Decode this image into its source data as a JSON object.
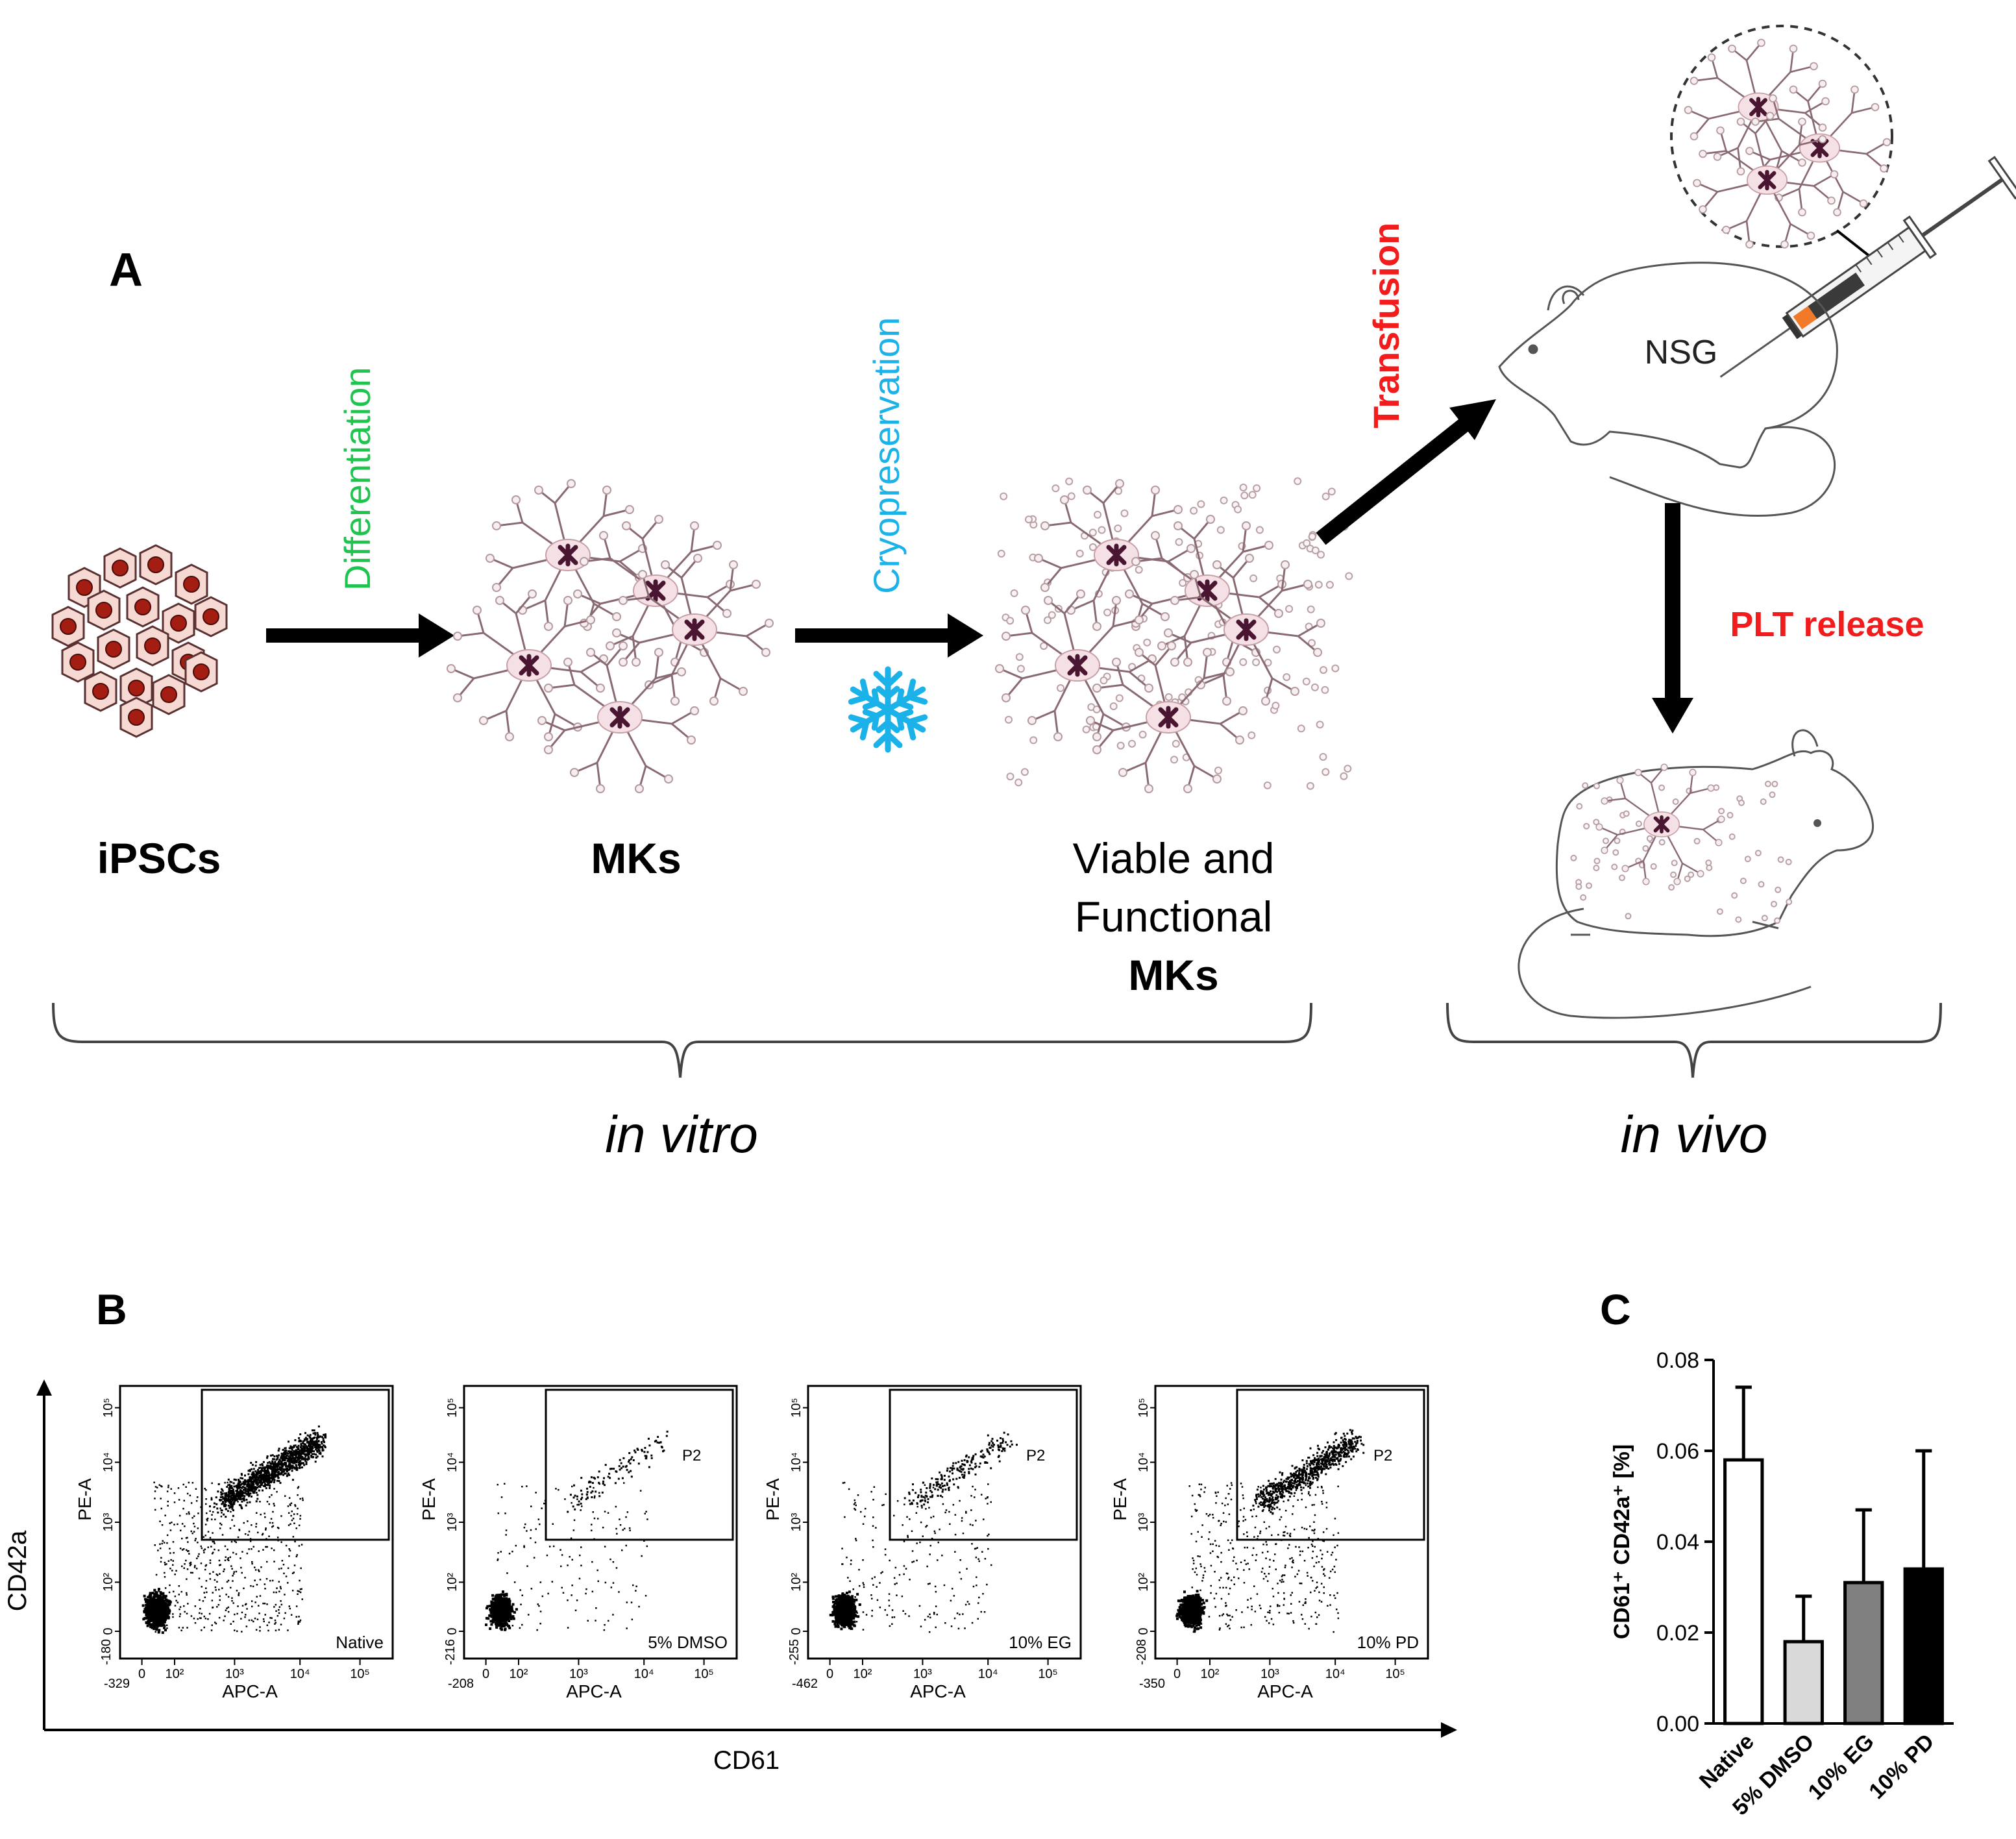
{
  "panel_a": {
    "label": "A",
    "steps": {
      "differentiation": "Differentiation",
      "cryopreservation": "Cryopreservation",
      "transfusion": "Transfusion",
      "plt_release": "PLT release"
    },
    "ipscs": "iPSCs",
    "mks": "MKs",
    "viable_line1": "Viable and",
    "viable_line2": "Functional",
    "viable_line3": "MKs",
    "mouse_label": "NSG",
    "in_vitro": "in vitro",
    "in_vivo": "in vivo",
    "colors": {
      "differentiation": "#1fc44e",
      "cryopreservation": "#1ab2e8",
      "transfusion": "#f21c1c",
      "plt_release": "#f21c1c"
    }
  },
  "panel_b": {
    "label": "B",
    "y_axis": "CD42a",
    "x_axis": "CD61",
    "plots": [
      {
        "condition": "Native",
        "gate": "",
        "y_axis": "PE-A",
        "x_axis": "APC-A",
        "x_min_tick": "-329",
        "y_min_tick": "-180",
        "density": 1.0
      },
      {
        "condition": "5% DMSO",
        "gate": "P2",
        "y_axis": "PE-A",
        "x_axis": "APC-A",
        "x_min_tick": "-208",
        "y_min_tick": "-216",
        "density": 0.2
      },
      {
        "condition": "10% EG",
        "gate": "P2",
        "y_axis": "PE-A",
        "x_axis": "APC-A",
        "x_min_tick": "-462",
        "y_min_tick": "-255",
        "density": 0.35
      },
      {
        "condition": "10% PD",
        "gate": "P2",
        "y_axis": "PE-A",
        "x_axis": "APC-A",
        "x_min_tick": "-350",
        "y_min_tick": "-208",
        "density": 0.75
      }
    ]
  },
  "panel_c": {
    "label": "C",
    "chart_data": {
      "type": "bar",
      "categories": [
        "Native",
        "5% DMSO",
        "10% EG",
        "10% PD"
      ],
      "values": [
        0.058,
        0.018,
        0.031,
        0.034
      ],
      "errors": [
        0.016,
        0.01,
        0.016,
        0.026
      ],
      "colors": [
        "#ffffff",
        "#d9d9d9",
        "#808080",
        "#000000"
      ],
      "ylabel": "CD61⁺ CD42a⁺ [%]",
      "ylim": [
        0,
        0.08
      ],
      "yticks": [
        "0.00",
        "0.02",
        "0.04",
        "0.06",
        "0.08"
      ]
    }
  }
}
